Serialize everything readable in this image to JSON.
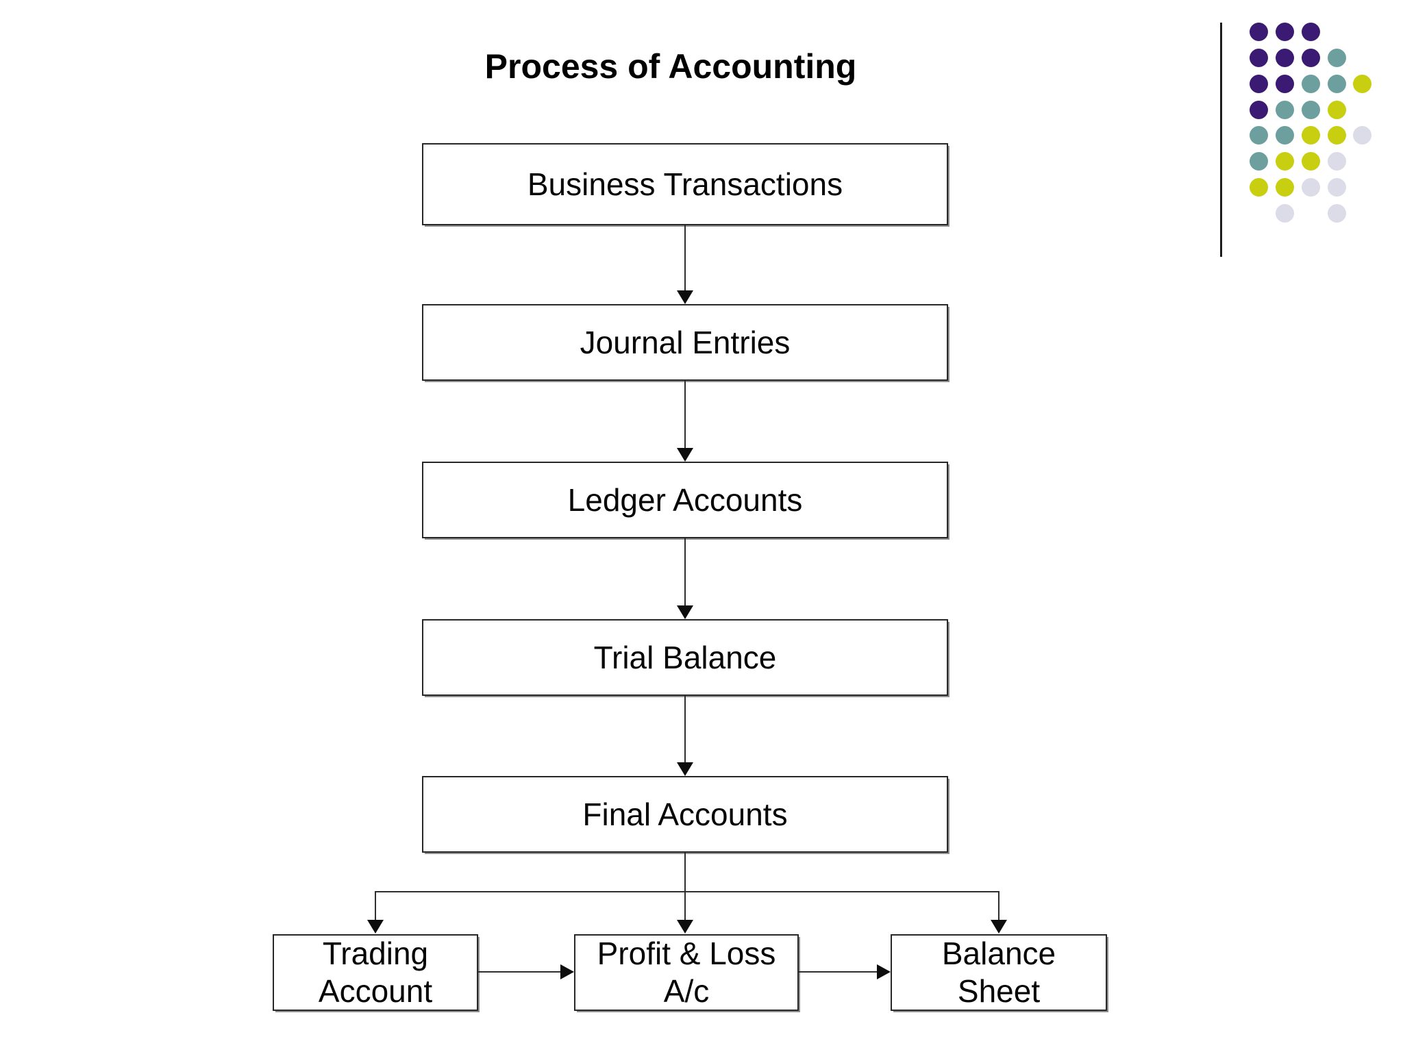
{
  "title": "Process of Accounting",
  "flowchart": {
    "nodes": [
      {
        "label": "Business Transactions"
      },
      {
        "label": "Journal Entries"
      },
      {
        "label": "Ledger Accounts"
      },
      {
        "label": "Trial Balance"
      },
      {
        "label": "Final Accounts"
      }
    ],
    "branches": [
      {
        "label": "Trading Account",
        "lines": [
          "Trading",
          "Account"
        ]
      },
      {
        "label": "Profit & Loss A/c",
        "lines": [
          "Profit & Loss",
          "A/c"
        ]
      },
      {
        "label": "Balance Sheet",
        "lines": [
          "Balance",
          "Sheet"
        ]
      }
    ]
  },
  "decoration": {
    "palette": {
      "purple": "#3B1A73",
      "teal": "#6C9F9D",
      "yellow": "#C8CF10",
      "lavender": "#DCDBE8"
    },
    "dot_grid": [
      [
        "purple",
        "purple",
        "purple",
        "",
        ""
      ],
      [
        "purple",
        "purple",
        "purple",
        "teal",
        ""
      ],
      [
        "purple",
        "purple",
        "teal",
        "teal",
        "yellow"
      ],
      [
        "purple",
        "teal",
        "teal",
        "yellow",
        ""
      ],
      [
        "teal",
        "teal",
        "yellow",
        "yellow",
        "lavender"
      ],
      [
        "teal",
        "yellow",
        "yellow",
        "lavender",
        ""
      ],
      [
        "yellow",
        "yellow",
        "lavender",
        "lavender",
        ""
      ],
      [
        "",
        "lavender",
        "",
        "lavender",
        ""
      ]
    ]
  }
}
